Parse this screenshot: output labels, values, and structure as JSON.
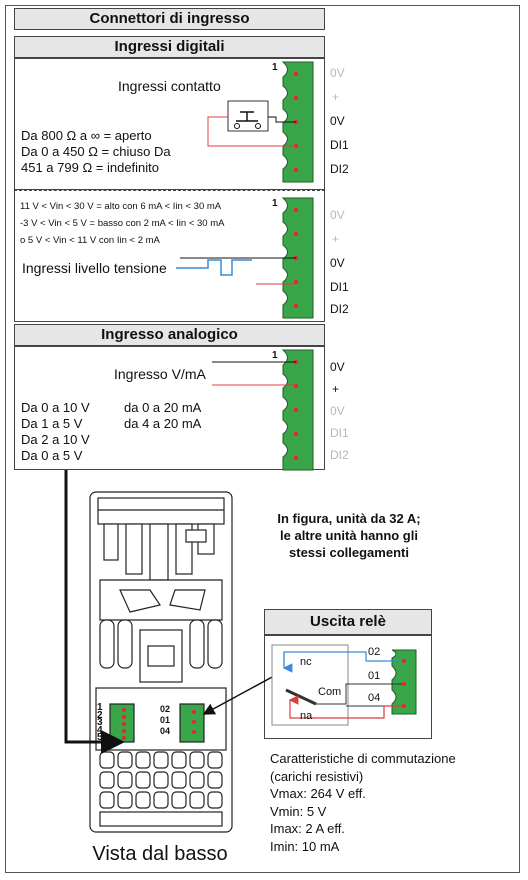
{
  "header": {
    "title": "Connettori di ingresso"
  },
  "digital": {
    "title": "Ingressi digitali",
    "contact": {
      "label": "Ingressi contatto",
      "pin_number": "1",
      "pins": [
        "0V",
        "+",
        "0V",
        "DI1",
        "DI2"
      ],
      "lines": [
        "Da 800 Ω a ∞ = aperto",
        "Da 0 a 450 Ω = chiuso Da",
        "451 a 799 Ω = indefinito"
      ]
    },
    "voltage": {
      "label": "Ingressi livello tensione",
      "pin_number": "1",
      "pins": [
        "0V",
        "+",
        "0V",
        "DI1",
        "DI2"
      ],
      "lines": [
        "11 V < Vin < 30 V = alto con 6 mA < Iin < 30 mA",
        "-3 V < Vin < 5 V = basso con 2 mA < Iin < 30 mA",
        "o 5 V < Vin < 11 V con Iin < 2 mA"
      ]
    }
  },
  "analog": {
    "title": "Ingresso analogico",
    "label": "Ingresso V/mA",
    "pin_number": "1",
    "pins": [
      "0V",
      "+",
      "0V",
      "DI1",
      "DI2"
    ],
    "voltage_ranges": [
      "Da 0 a 10 V",
      "Da 1 a 5 V",
      "Da 2 a 10 V",
      "Da 0 a 5 V"
    ],
    "current_ranges": [
      "da 0 a 20 mA",
      "da 4 a 20 mA"
    ]
  },
  "unit_note": [
    "In figura, unità da 32 A;",
    "le altre unità hanno gli",
    "stessi collegamenti"
  ],
  "relay": {
    "title": "Uscita relè",
    "pins": [
      "02",
      "01",
      "04"
    ],
    "contacts": {
      "nc": "nc",
      "com": "Com",
      "na": "na"
    }
  },
  "switching": {
    "lines": [
      "Caratteristiche di commutazione",
      "(carichi resistivi)",
      "Vmax: 264 V eff.",
      "Vmin: 5 V",
      "Imax: 2 A eff.",
      "Imin: 10 mA"
    ]
  },
  "device": {
    "caption": "Vista dal basso",
    "input_terminal_labels": [
      "1",
      "2",
      "3",
      "4",
      "5"
    ],
    "relay_terminal_labels": [
      "02",
      "01",
      "04"
    ]
  },
  "colors": {
    "connector_green": "#3aa64a",
    "wire_red": "#e03c3c",
    "wire_blue": "#3a8ad8",
    "header_gray": "#e6e6e6"
  }
}
